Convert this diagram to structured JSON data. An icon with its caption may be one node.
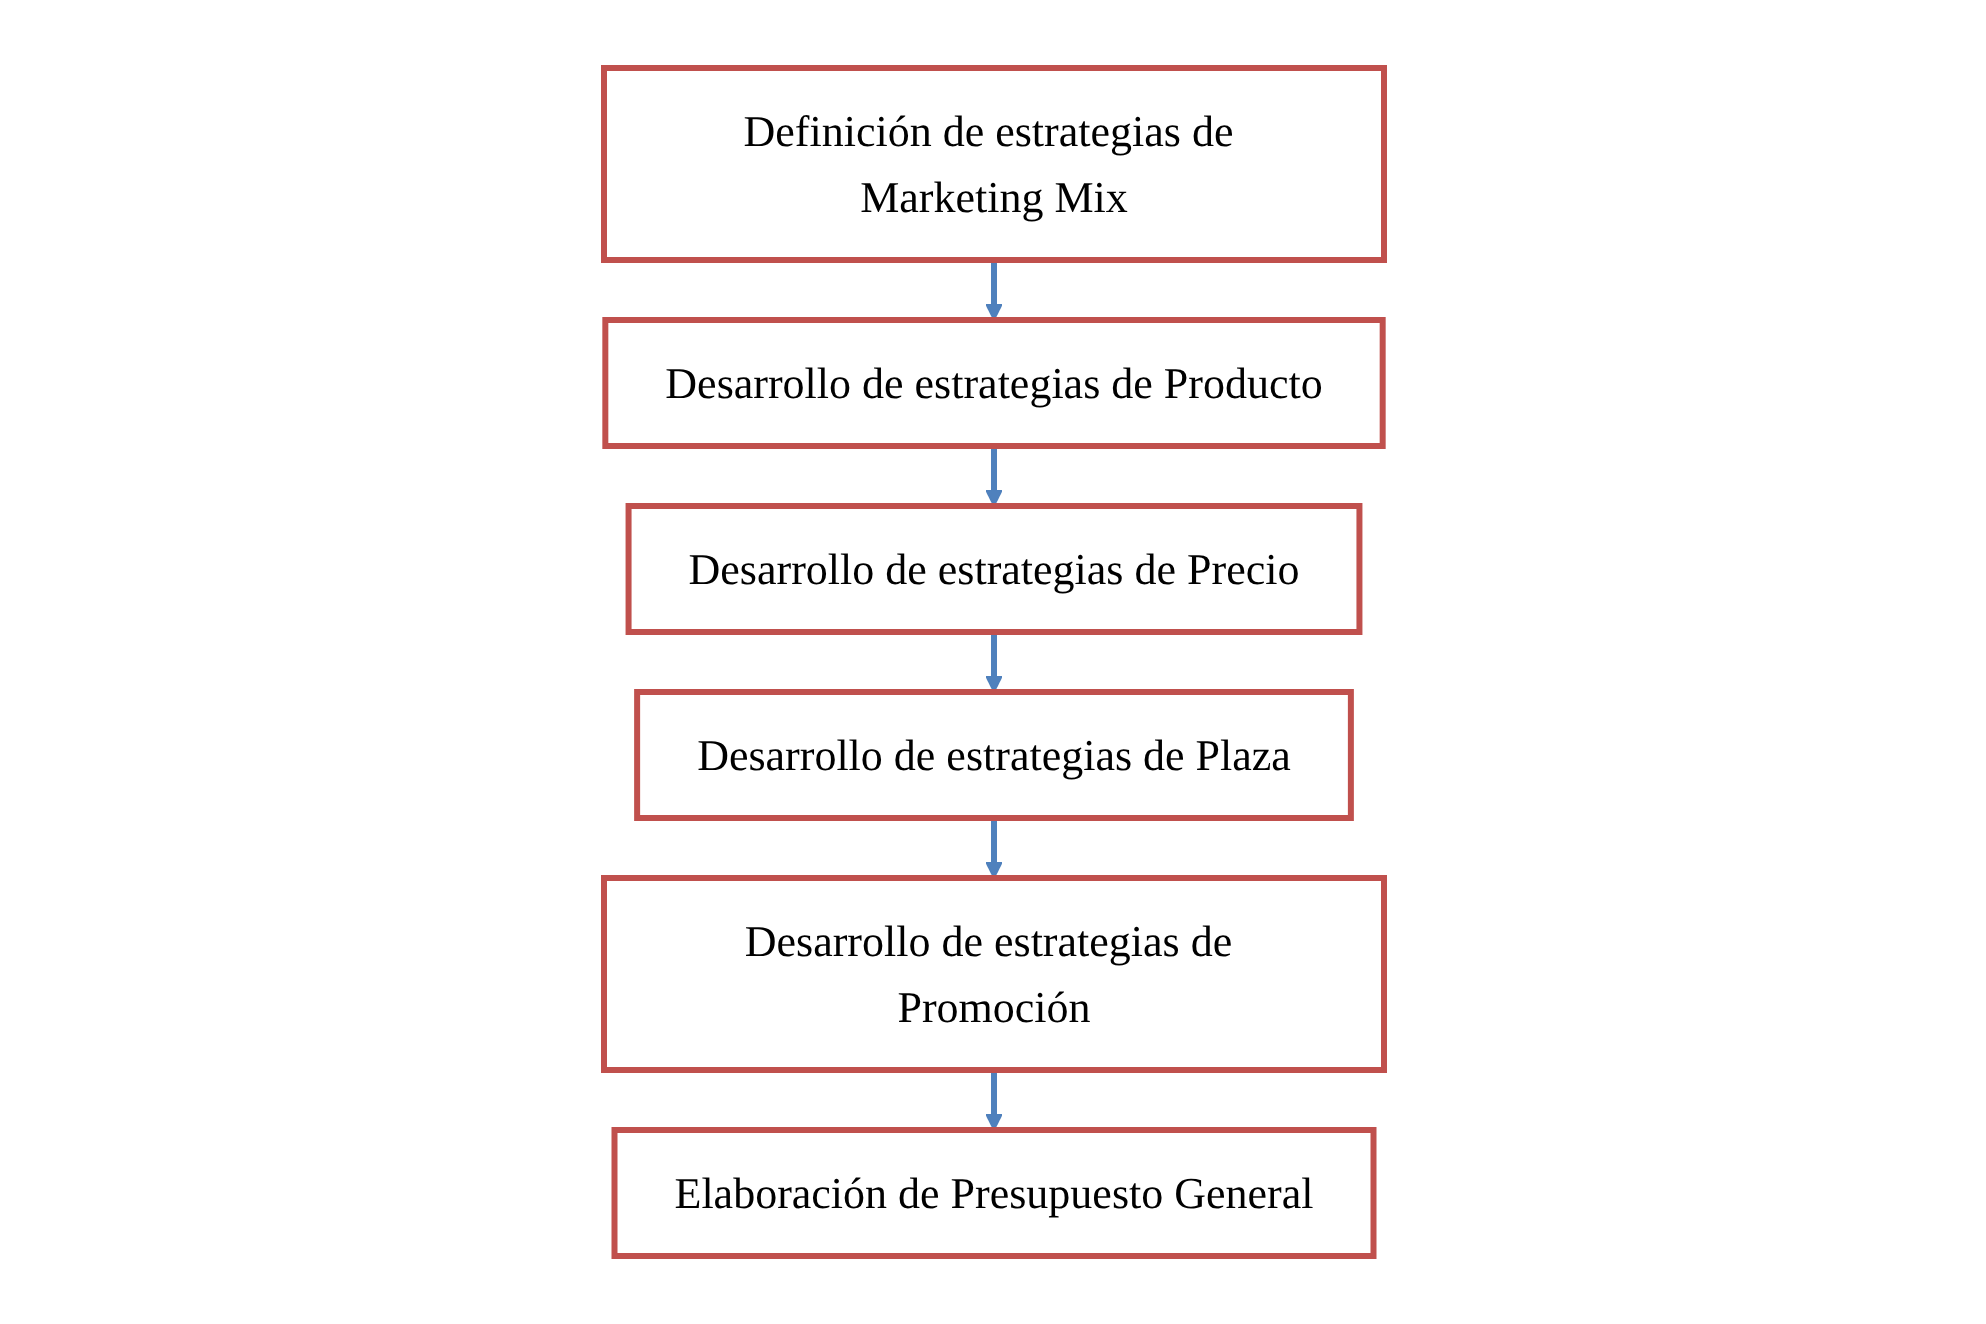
{
  "diagram": {
    "nodes": [
      {
        "text": [
          "Definición de estrategias de Marketing Mix"
        ]
      },
      {
        "text": [
          "Desarrollo de estrategias de Producto"
        ]
      },
      {
        "text": [
          "Desarrollo de estrategias de Precio"
        ]
      },
      {
        "text": [
          "Desarrollo de estrategias de Plaza"
        ]
      },
      {
        "text": [
          "Desarrollo de estrategias de Promoción"
        ]
      },
      {
        "text": [
          "Elaboración de Presupuesto General"
        ]
      }
    ],
    "edges": [
      {
        "from": 0,
        "to": 1,
        "arrow": "to"
      },
      {
        "from": 1,
        "to": 2,
        "arrow": "to"
      },
      {
        "from": 2,
        "to": 3,
        "arrow": "to"
      },
      {
        "from": 3,
        "to": 4,
        "arrow": "to"
      },
      {
        "from": 4,
        "to": 5,
        "arrow": "to"
      }
    ]
  }
}
